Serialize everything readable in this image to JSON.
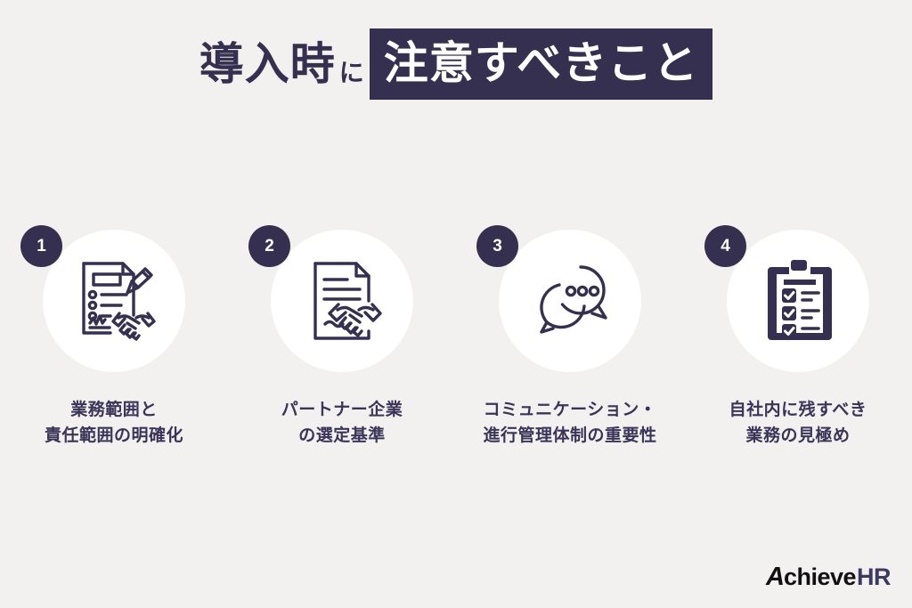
{
  "slide": {
    "background_color": "#f2f1ef",
    "accent_navy": "#35304f",
    "label_color": "#3a3558"
  },
  "title": {
    "plain_text": "導入時",
    "particle": "に",
    "highlight_text": "注意すべきこと",
    "highlight_bg": "#35304f",
    "highlight_color": "#ffffff"
  },
  "cards": [
    {
      "number": "1",
      "icon": "contract-signing-handshake-icon",
      "label_line1": "業務範囲と",
      "label_line2": "責任範囲の明確化"
    },
    {
      "number": "2",
      "icon": "document-handshake-icon",
      "label_line1": "パートナー企業",
      "label_line2": "の選定基準"
    },
    {
      "number": "3",
      "icon": "speech-bubbles-icon",
      "label_line1": "コミュニケーション・",
      "label_line2": "進行管理体制の重要性"
    },
    {
      "number": "4",
      "icon": "clipboard-checklist-icon",
      "label_line1": "自社内に残すべき",
      "label_line2": "業務の見極め"
    }
  ],
  "logo": {
    "mark": "A",
    "name_part1": "chieve",
    "name_part2": "HR",
    "color_dark": "#111114",
    "color_navy": "#3c3a63"
  }
}
